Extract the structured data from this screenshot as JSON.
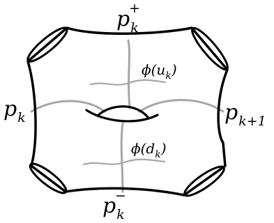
{
  "labels": {
    "p": "p",
    "k": "k",
    "k_plus_1": "k+1",
    "plus": "+",
    "minus": "−",
    "phi_u": "ϕ(u",
    "phi_d": "ϕ(d",
    "close_paren": ")"
  },
  "colors": {
    "outline": "#000000",
    "curve": "#a6a6a6",
    "text": "#000000"
  }
}
